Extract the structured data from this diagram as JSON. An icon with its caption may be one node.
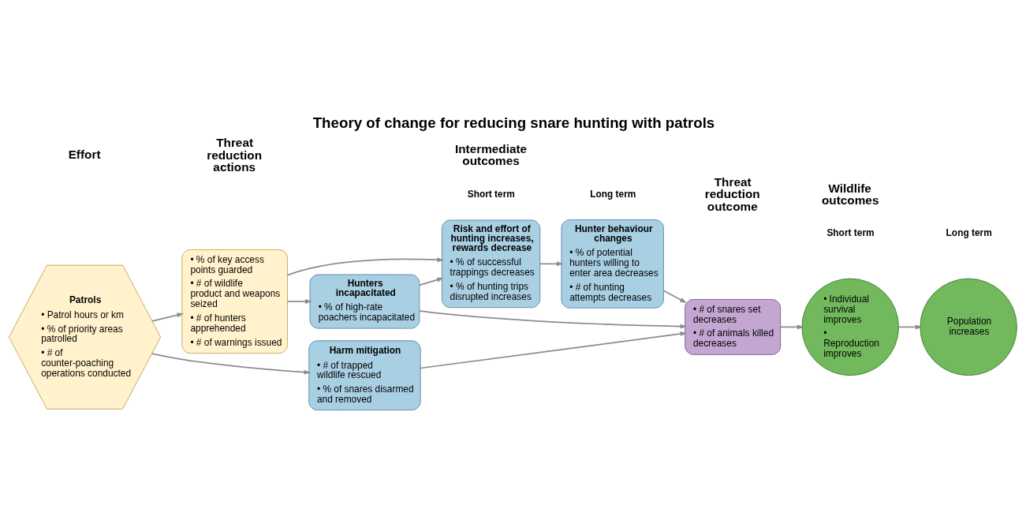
{
  "diagram": {
    "title": "Theory of change for reducing snare hunting with patrols",
    "nodes": [
      {
        "text": [
          "Patrols",
          "• Patrol hours or km",
          "• % of priority areas patrolled",
          "• # of counter-poaching operations conducted"
        ]
      },
      {
        "text": [
          "• % of key access points guarded",
          "• # of wildlife product and weapons seized",
          "• # of hunters apprehended",
          "• # of warnings issued"
        ]
      },
      {
        "text": [
          "Risk and effort of hunting increases, rewards decrease",
          "• % of successful trappings decreases",
          "• % of hunting trips disrupted increases"
        ]
      },
      {
        "text": [
          "Hunter behaviour changes",
          "• % of potential hunters willing to enter area decreases",
          "• # of hunting attempts decreases"
        ]
      },
      {
        "text": [
          "Hunters incapacitated",
          "• % of high-rate poachers incapacitated"
        ]
      },
      {
        "text": [
          "Harm mitigation",
          "• # of trapped wildlife rescued",
          "• % of snares disarmed and removed"
        ]
      },
      {
        "text": [
          "• # of snares set decreases",
          "• # of animals killed decreases"
        ]
      },
      {
        "text": [
          "• Individual survival improves",
          "• Reproduction improves"
        ]
      },
      {
        "text": [
          "Population increases"
        ]
      }
    ],
    "edges": [
      {
        "from": 0,
        "to": 1,
        "arrow": "to"
      },
      {
        "from": 1,
        "to": 2,
        "arrow": "to"
      },
      {
        "from": 1,
        "to": 4,
        "arrow": "to"
      },
      {
        "from": 0,
        "to": 5,
        "arrow": "to"
      },
      {
        "from": 4,
        "to": 2,
        "arrow": "to"
      },
      {
        "from": 2,
        "to": 3,
        "arrow": "to"
      },
      {
        "from": 3,
        "to": 6,
        "arrow": "to"
      },
      {
        "from": 4,
        "to": 6,
        "arrow": "to"
      },
      {
        "from": 5,
        "to": 6,
        "arrow": "to"
      },
      {
        "from": 6,
        "to": 7,
        "arrow": "to"
      },
      {
        "from": 7,
        "to": 8,
        "arrow": "to"
      }
    ],
    "labels": [
      "Effort",
      "Threat reduction actions",
      "Intermediate outcomes",
      "Short term",
      "Long term",
      "Threat reduction outcome",
      "Wildlife outcomes",
      "Short term",
      "Long term"
    ]
  }
}
